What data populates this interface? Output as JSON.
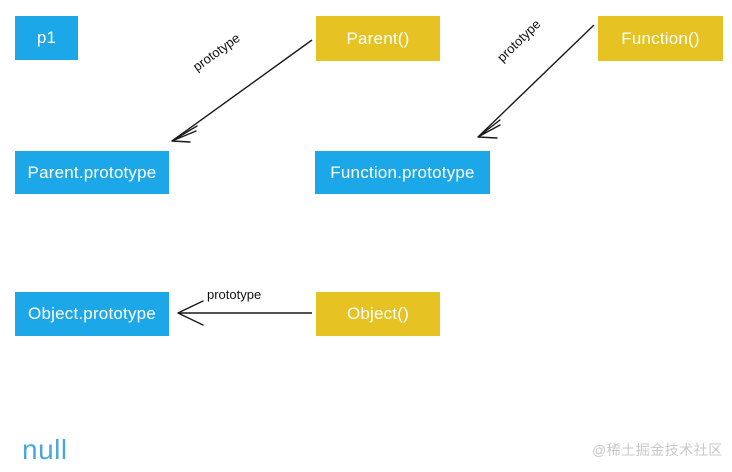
{
  "diagram": {
    "title": "JavaScript prototype chain diagram",
    "background": "#ffffff",
    "colors": {
      "instance_blue": "#1ca7e8",
      "constructor_yellow": "#e6c323",
      "node_text": "#ffffff",
      "edge_stroke": "#1a1a1a",
      "edge_label_text": "#111111",
      "null_text": "#4aa7dd",
      "watermark_text": "#c9c9c9"
    },
    "nodes": [
      {
        "id": "p1",
        "label": "p1",
        "kind": "instance",
        "color": "#1ca7e8"
      },
      {
        "id": "parent-fn",
        "label": "Parent()",
        "kind": "constructor",
        "color": "#e6c323"
      },
      {
        "id": "function-fn",
        "label": "Function()",
        "kind": "constructor",
        "color": "#e6c323"
      },
      {
        "id": "parent-prototype",
        "label": "Parent.prototype",
        "kind": "prototype",
        "color": "#1ca7e8"
      },
      {
        "id": "function-prototype",
        "label": "Function.prototype",
        "kind": "prototype",
        "color": "#1ca7e8"
      },
      {
        "id": "object-prototype",
        "label": "Object.prototype",
        "kind": "prototype",
        "color": "#1ca7e8"
      },
      {
        "id": "object-fn",
        "label": "Object()",
        "kind": "constructor",
        "color": "#e6c323"
      }
    ],
    "edges": [
      {
        "id": "parent-to-parent-prototype",
        "from": "parent-fn",
        "to": "parent-prototype",
        "label": "prototype"
      },
      {
        "id": "function-to-function-prototype",
        "from": "function-fn",
        "to": "function-prototype",
        "label": "prototype"
      },
      {
        "id": "object-to-object-prototype",
        "from": "object-fn",
        "to": "object-prototype",
        "label": "prototype"
      }
    ],
    "footer": {
      "null_label": "null",
      "watermark": "@稀土掘金技术社区"
    }
  }
}
